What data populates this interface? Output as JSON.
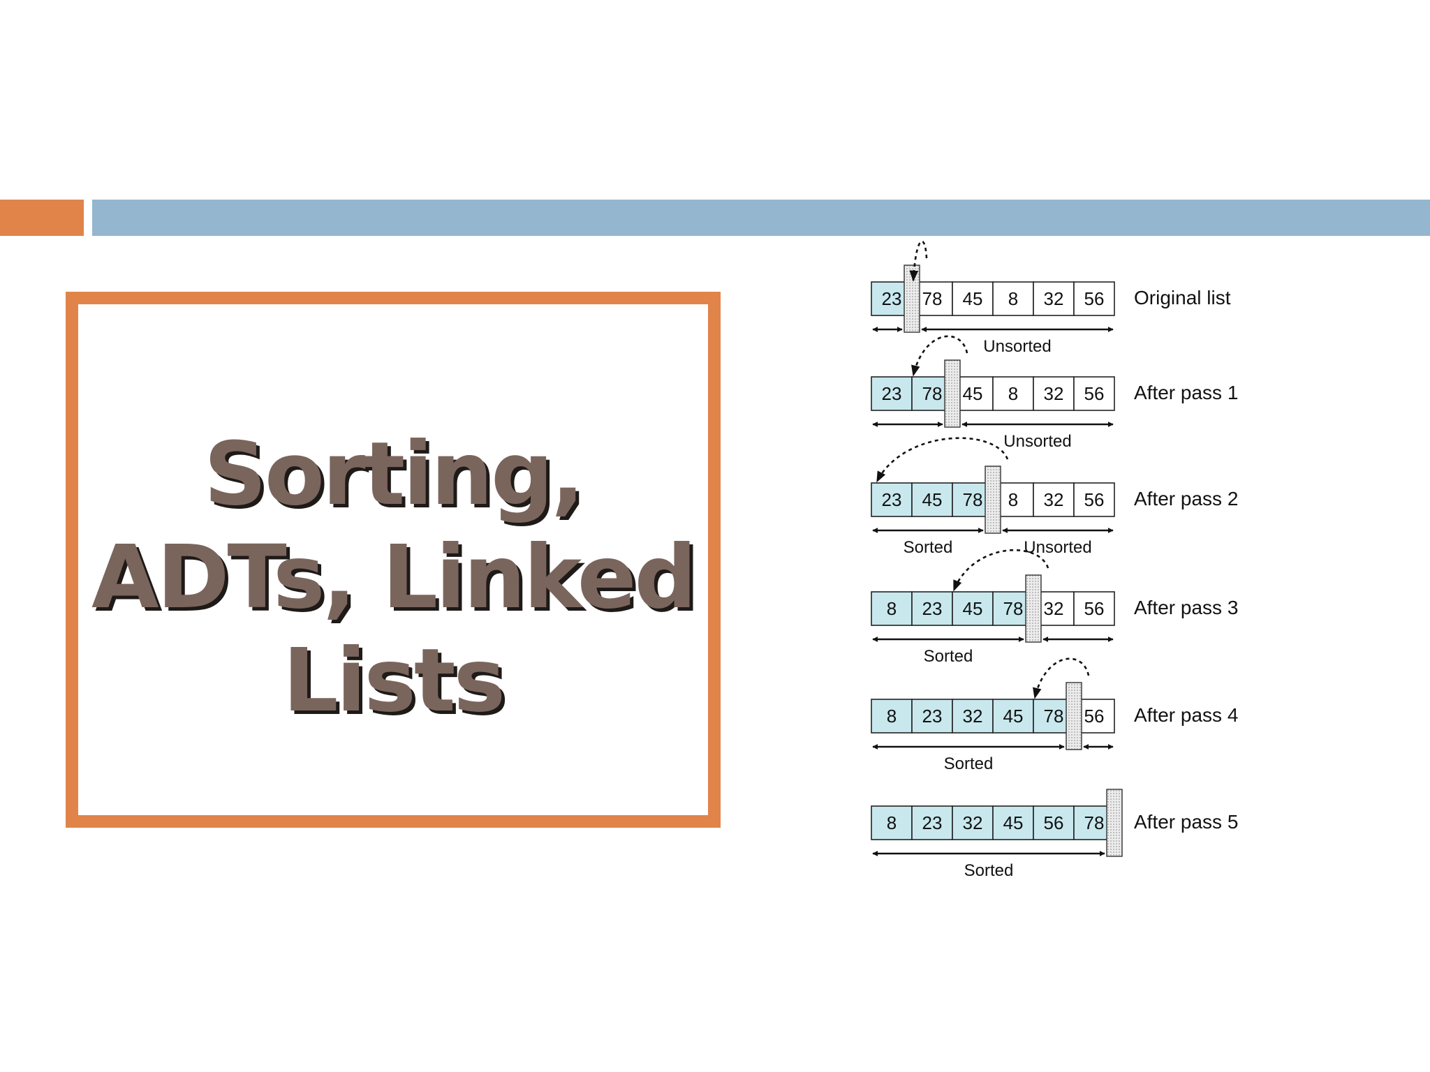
{
  "slide": {
    "title_lines": [
      "Sorting,",
      "ADTs, Linked",
      "Lists"
    ],
    "colors": {
      "accent_orange": "#e0844a",
      "header_blue": "#94b6cf",
      "title_text": "#7a655c",
      "title_shadow": "#1e1a18",
      "sorted_cell": "#c8e8ee",
      "wall_fill": "#e4e4e4"
    }
  },
  "diagram": {
    "rows": [
      {
        "cells": [
          "23",
          "78",
          "45",
          "8",
          "32",
          "56"
        ],
        "sorted_count": 1,
        "wall_after": 1,
        "moved_value": "78",
        "insert_index": 1,
        "label": "Original list",
        "under_labels": {
          "sorted": "",
          "unsorted": "Unsorted"
        }
      },
      {
        "cells": [
          "23",
          "78",
          "45",
          "8",
          "32",
          "56"
        ],
        "sorted_count": 2,
        "wall_after": 2,
        "moved_value": "45",
        "insert_index": 1,
        "label": "After pass 1",
        "under_labels": {
          "sorted": "",
          "unsorted": "Unsorted"
        }
      },
      {
        "cells": [
          "23",
          "45",
          "78",
          "8",
          "32",
          "56"
        ],
        "sorted_count": 3,
        "wall_after": 3,
        "moved_value": "8",
        "insert_index": 0,
        "label": "After pass 2",
        "under_labels": {
          "sorted": "Sorted",
          "unsorted": "Unsorted"
        }
      },
      {
        "cells": [
          "8",
          "23",
          "45",
          "78",
          "32",
          "56"
        ],
        "sorted_count": 4,
        "wall_after": 4,
        "moved_value": "32",
        "insert_index": 2,
        "label": "After pass 3",
        "under_labels": {
          "sorted": "Sorted",
          "unsorted": ""
        }
      },
      {
        "cells": [
          "8",
          "23",
          "32",
          "45",
          "78",
          "56"
        ],
        "sorted_count": 5,
        "wall_after": 5,
        "moved_value": "56",
        "insert_index": 4,
        "label": "After pass 4",
        "under_labels": {
          "sorted": "Sorted",
          "unsorted": ""
        }
      },
      {
        "cells": [
          "8",
          "23",
          "32",
          "45",
          "56",
          "78"
        ],
        "sorted_count": 6,
        "wall_after": 6,
        "moved_value": "",
        "insert_index": -1,
        "label": "After pass 5",
        "under_labels": {
          "sorted": "Sorted",
          "unsorted": ""
        }
      }
    ]
  }
}
